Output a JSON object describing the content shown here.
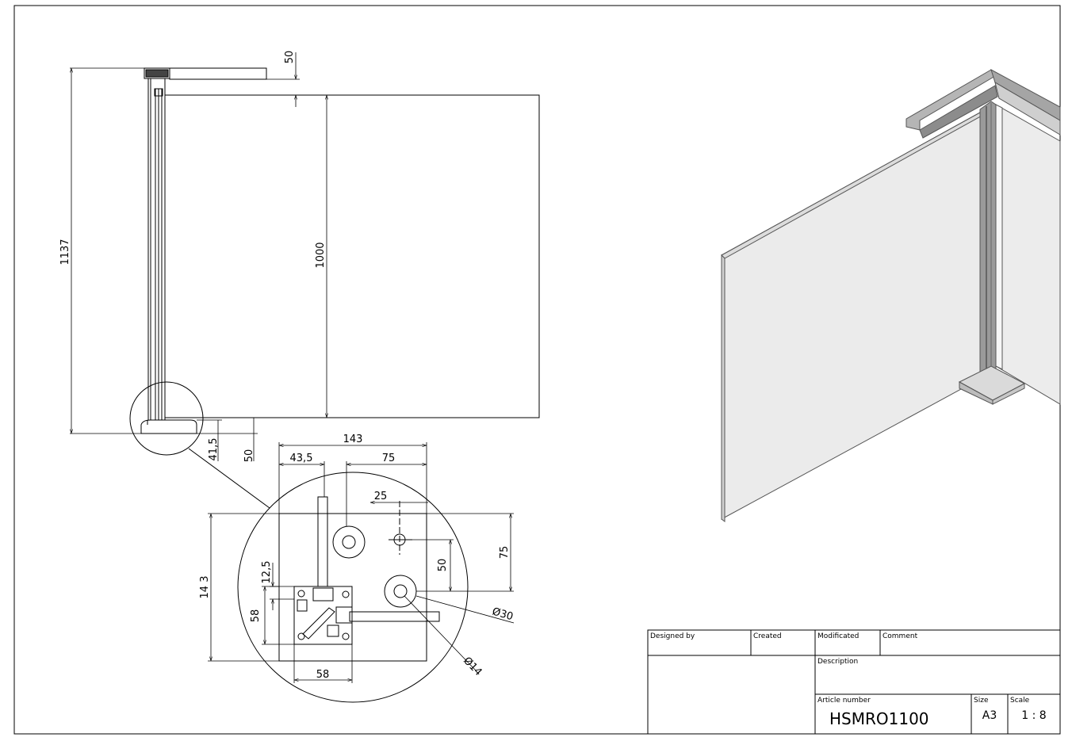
{
  "dimensions": {
    "overall_height": "1137",
    "glass_height": "1000",
    "top_offset": "50",
    "bottom_offset": "50",
    "base_height": "41,5",
    "detail_width": "143",
    "detail_offset_x": "43,5",
    "detail_span_75_top": "75",
    "detail_span_25": "25",
    "detail_height": "14 3",
    "detail_right_75": "75",
    "detail_right_50": "50",
    "detail_12_5": "12,5",
    "detail_58_vertical": "58",
    "detail_58_horizontal": "58",
    "hole_d30": "Ø30",
    "hole_d14": "Ø14"
  },
  "title_block": {
    "designed_by_label": "Designed by",
    "created_label": "Created",
    "modificated_label": "Modificated",
    "comment_label": "Comment",
    "description_label": "Description",
    "article_number_label": "Article number",
    "article_number": "HSMRO1100",
    "size_label": "Size",
    "size": "A3",
    "scale_label": "Scale",
    "scale": "1 : 8"
  }
}
